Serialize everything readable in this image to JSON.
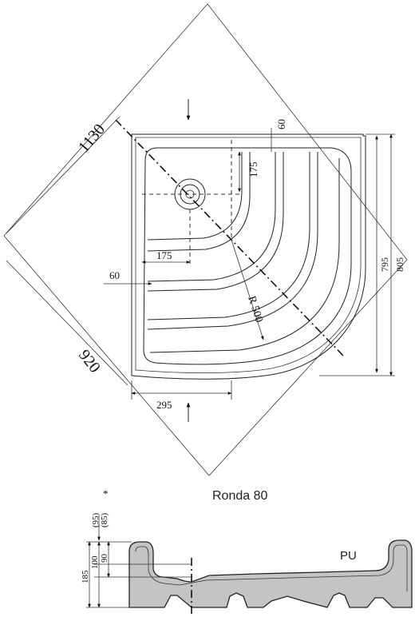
{
  "model_name": "Ronda 80",
  "plan_view": {
    "dimensions": {
      "diagonal": "1130",
      "side_diagonal": "920",
      "top_offset": "60",
      "upper_step": "175",
      "inner_step": "175",
      "left_offset": "60",
      "radius": "R 500",
      "bottom_width": "295",
      "inner_height": "795",
      "outer_height": "805"
    }
  },
  "section_view": {
    "material": "PU",
    "dimensions": {
      "top_a": "(95)",
      "top_b": "(85)",
      "asterisk": "*",
      "total_height": "185",
      "mid_height": "100",
      "upper_height": "90"
    }
  }
}
